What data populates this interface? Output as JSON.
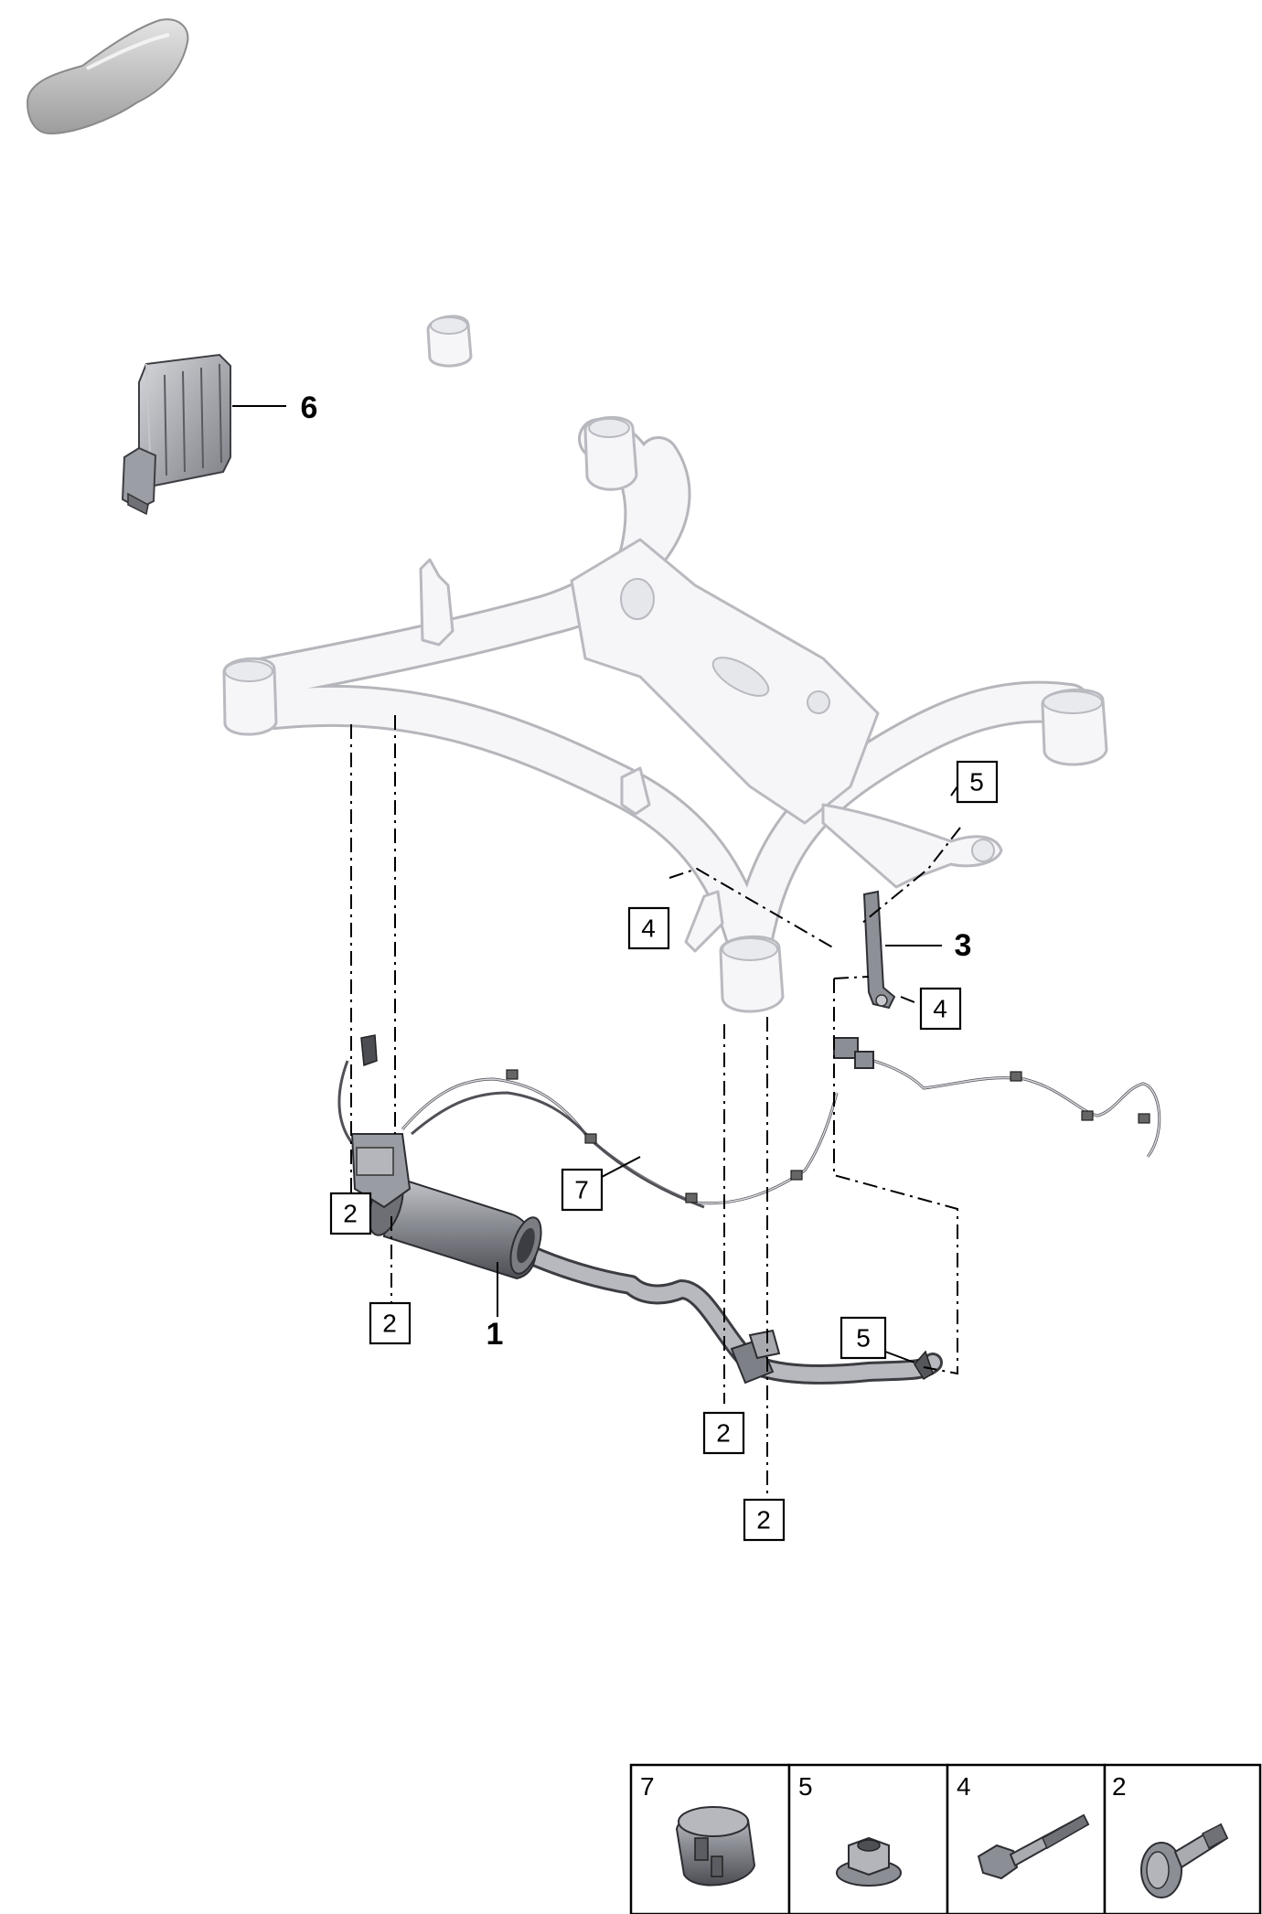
{
  "callouts": {
    "c5_top": "5",
    "c4_left": "4",
    "c4_right": "4",
    "c7": "7",
    "c2_a": "2",
    "c2_b": "2",
    "c5_bottom": "5",
    "c2_c": "2",
    "c2_d": "2"
  },
  "part_labels": {
    "p6": "6",
    "p3": "3",
    "p1": "1"
  },
  "legend": {
    "items": [
      {
        "number": "7",
        "icon": "bushing-icon"
      },
      {
        "number": "5",
        "icon": "nut-icon"
      },
      {
        "number": "4",
        "icon": "bolt-long-icon"
      },
      {
        "number": "2",
        "icon": "bolt-short-icon"
      }
    ]
  }
}
